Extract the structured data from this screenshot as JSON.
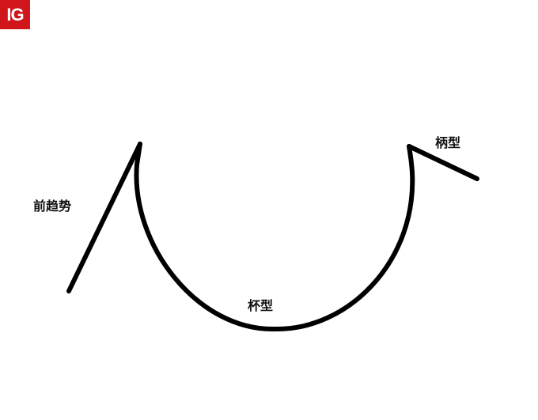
{
  "logo": {
    "text": "IG",
    "background": "#d0151b"
  },
  "diagram": {
    "stroke_color": "#000000",
    "labels": {
      "prior_trend": "前趋势",
      "cup": "杯型",
      "handle": "柄型"
    }
  }
}
